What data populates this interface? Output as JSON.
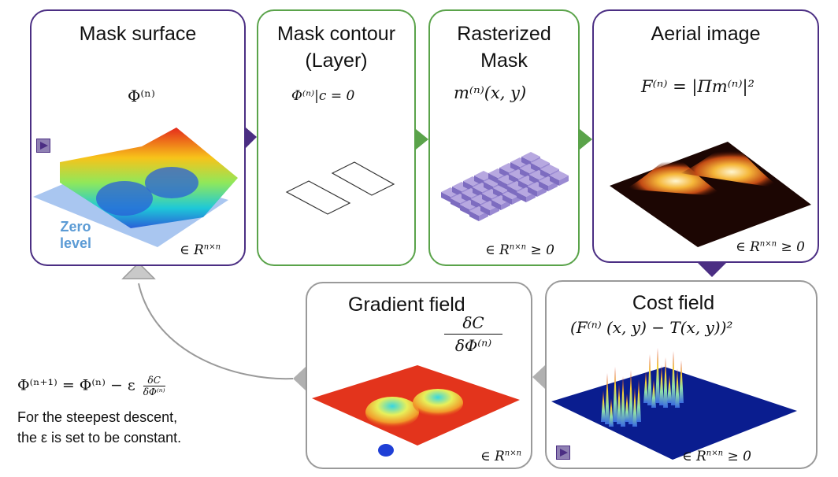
{
  "panels": {
    "mask_surface": {
      "title": "Mask surface",
      "formula": "Φ⁽ⁿ⁾",
      "zero_label_1": "Zero",
      "zero_label_2": "level",
      "set": "∈ R",
      "set_sup": "n×n"
    },
    "mask_contour": {
      "title_1": "Mask contour",
      "title_2": "(Layer)",
      "formula": "Φ⁽ⁿ⁾|c = 0"
    },
    "rasterized_mask": {
      "title_1": "Rasterized",
      "title_2": "Mask",
      "formula": "m⁽ⁿ⁾(x, y)",
      "set": "∈ R",
      "set_sup": "n×n",
      "set_suffix": " ≥ 0"
    },
    "aerial_image": {
      "title": "Aerial image",
      "formula": "F⁽ⁿ⁾ = |Πm⁽ⁿ⁾|²",
      "set": "∈ R",
      "set_sup": "n×n",
      "set_suffix": " ≥ 0"
    },
    "cost_field": {
      "title": "Cost field",
      "formula": "(F⁽ⁿ⁾ (x, y) − T(x, y))²",
      "set": "∈ R",
      "set_sup": "n×n",
      "set_suffix": " ≥ 0"
    },
    "gradient_field": {
      "title": "Gradient field",
      "frac_num": "δC",
      "frac_den": "δΦ⁽ⁿ⁾",
      "set": "∈ R",
      "set_sup": "n×n"
    }
  },
  "update": {
    "lhs": "Φ⁽ⁿ⁺¹⁾ = Φ⁽ⁿ⁾ − ε",
    "frac_num": "δC",
    "frac_den": "δΦ⁽ⁿ⁾",
    "note_1": "For the steepest descent,",
    "note_2": "the ε is set to be constant."
  },
  "colors": {
    "purple": "#4b2e83",
    "green": "#5aa34a",
    "grey": "#9a9a9a",
    "zero_level": "#5b9bd5"
  }
}
